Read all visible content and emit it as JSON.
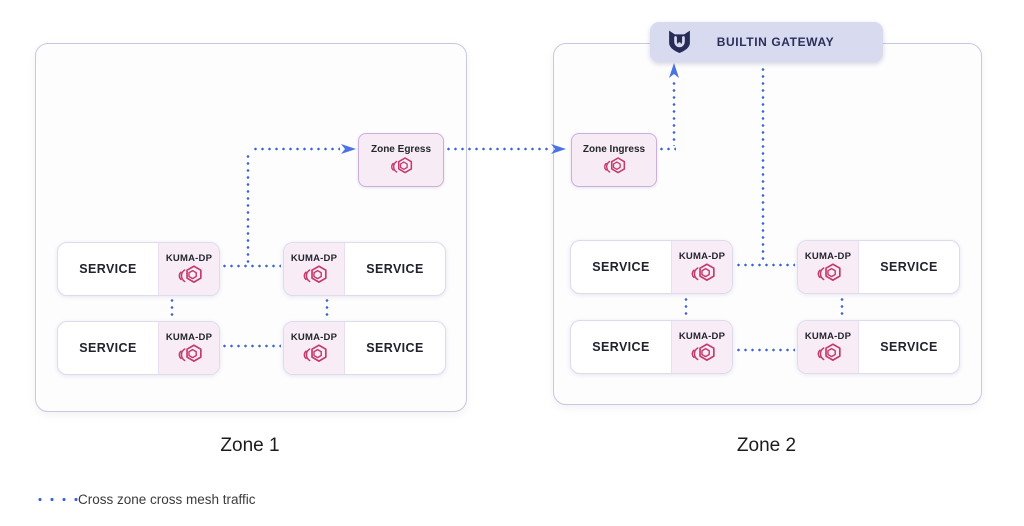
{
  "gateway": {
    "label": "BUILTIN GATEWAY"
  },
  "zone1": {
    "label": "Zone 1",
    "proxy_label": "Zone Egress"
  },
  "zone2": {
    "label": "Zone 2",
    "proxy_label": "Zone Ingress"
  },
  "labels": {
    "service": "SERVICE",
    "kuma_dp": "KUMA-DP"
  },
  "legend": {
    "label": "Cross zone cross mesh traffic"
  },
  "colors": {
    "traffic_dot": "#3c63dc",
    "arrow": "#4a74e4",
    "kuma_icon": "#c43a6e",
    "gateway_bg": "#d8daf0",
    "gateway_icon": "#272b56",
    "proxy_fill": "#f7ecf6",
    "proxy_border": "#c9afdc",
    "kuma_panel_fill": "#f8edf7",
    "zone_border": "#c7c9df"
  }
}
